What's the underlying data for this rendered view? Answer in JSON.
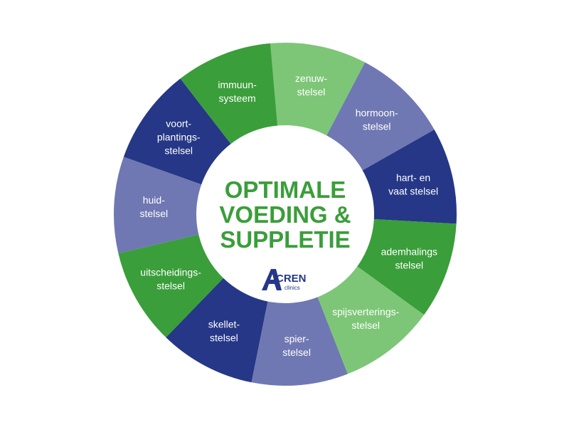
{
  "center": {
    "title_lines": [
      "OPTIMALE",
      "VOEDING &",
      "SUPPLETIE"
    ],
    "title_color": "#3a9e3a"
  },
  "logo": {
    "letter": "A",
    "name": "CREN",
    "sub": "clinics",
    "color": "#253786"
  },
  "colors": {
    "dark_blue": "#253786",
    "slate_blue": "#6f78b2",
    "green": "#3a9e3a",
    "light_green": "#7dc677"
  },
  "segments": [
    {
      "id": "zenuwstelsel",
      "lines": [
        "zenuw-",
        "stelsel"
      ],
      "color": "#7dc677"
    },
    {
      "id": "hormoonstelsel",
      "lines": [
        "hormoon-",
        "stelsel"
      ],
      "color": "#6f78b2"
    },
    {
      "id": "hart-en-vaatstelsel",
      "lines": [
        "hart- en",
        "vaat stelsel"
      ],
      "color": "#253786"
    },
    {
      "id": "ademhalingsstelsel",
      "lines": [
        "ademhalings",
        "stelsel"
      ],
      "color": "#3a9e3a"
    },
    {
      "id": "spijsverteringsstelsel",
      "lines": [
        "spijsverterings-",
        "stelsel"
      ],
      "color": "#7dc677"
    },
    {
      "id": "spierstelsel",
      "lines": [
        "spier-",
        "stelsel"
      ],
      "color": "#6f78b2"
    },
    {
      "id": "skeletstelsel",
      "lines": [
        "skellet-",
        "stelsel"
      ],
      "color": "#253786"
    },
    {
      "id": "uitscheidingsstelsel",
      "lines": [
        "uitscheidings-",
        "stelsel"
      ],
      "color": "#3a9e3a"
    },
    {
      "id": "huidstelsel",
      "lines": [
        "huid-",
        "stelsel"
      ],
      "color": "#6f78b2"
    },
    {
      "id": "voortplantingsstelsel",
      "lines": [
        "voort-",
        "plantings-",
        "stelsel"
      ],
      "color": "#253786"
    },
    {
      "id": "immuunsysteem",
      "lines": [
        "immuun-",
        "systeem"
      ],
      "color": "#3a9e3a"
    }
  ]
}
